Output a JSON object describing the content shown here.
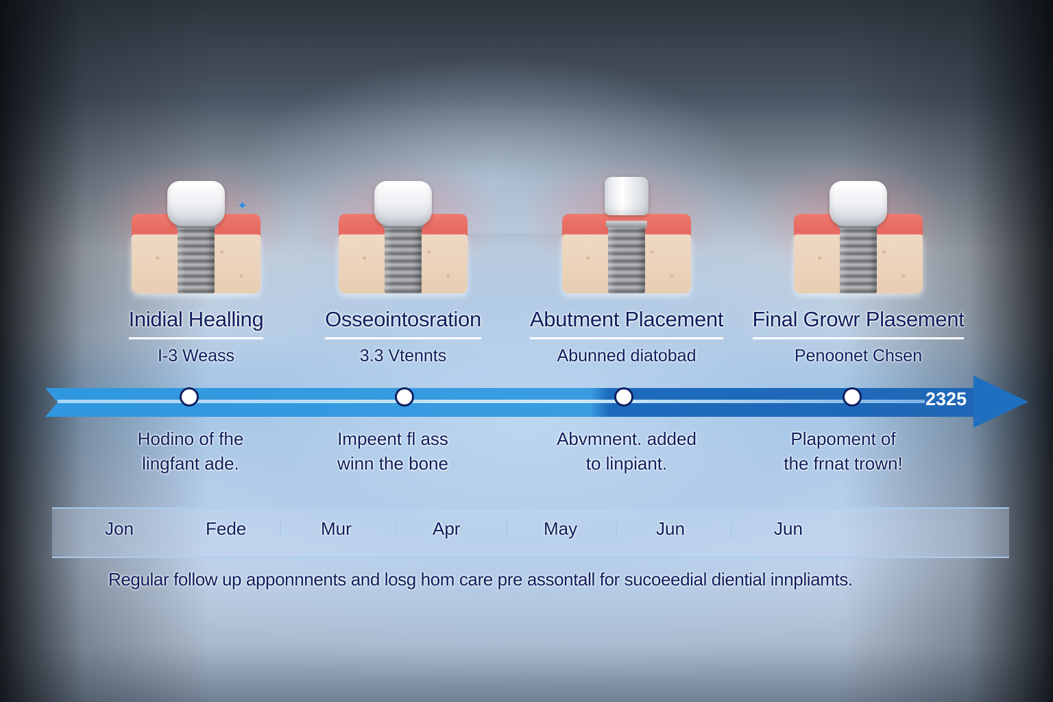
{
  "colors": {
    "title_text": "#0e1d5e",
    "timeline_light": "#3a9de0",
    "timeline_dark": "#1f67b5",
    "gum": "#e25d55",
    "bone": "#e8cdb3",
    "sparkle": "#2d8ee6"
  },
  "stages": [
    {
      "title": "Inidial  Healling",
      "subtitle": "I-3 Weass",
      "description_line1": "Hodino of  fhe",
      "description_line2": "lingfant ade.",
      "image": "implant-with-crown"
    },
    {
      "title": "Osseointosration",
      "subtitle": "3.3  Vtennts",
      "description_line1": "Impeent fl ass",
      "description_line2": "winn the bone",
      "image": "implant-with-crown"
    },
    {
      "title": "Abutment Placement",
      "subtitle": "Abunned  diatobad",
      "description_line1": "Abvmnent. added",
      "description_line2": "to  linpiant.",
      "image": "implant-with-abutment"
    },
    {
      "title": "Final Growr  Plasement",
      "subtitle": "Penoonet Chsen",
      "description_line1": "Plapoment of",
      "description_line2": "the frnat trown!",
      "image": "implant-with-crown"
    }
  ],
  "timeline": {
    "year_label": "2325",
    "nodes": 4
  },
  "months": [
    "Jon",
    "Fede",
    "Mur",
    "Apr",
    "May",
    "Jun",
    "Jun"
  ],
  "footer": "Regular follow up apponnnents and losg hom care pre assontall for  sucoeedial  diential  innpliamts.",
  "icons": {
    "sparkle": "✦"
  }
}
